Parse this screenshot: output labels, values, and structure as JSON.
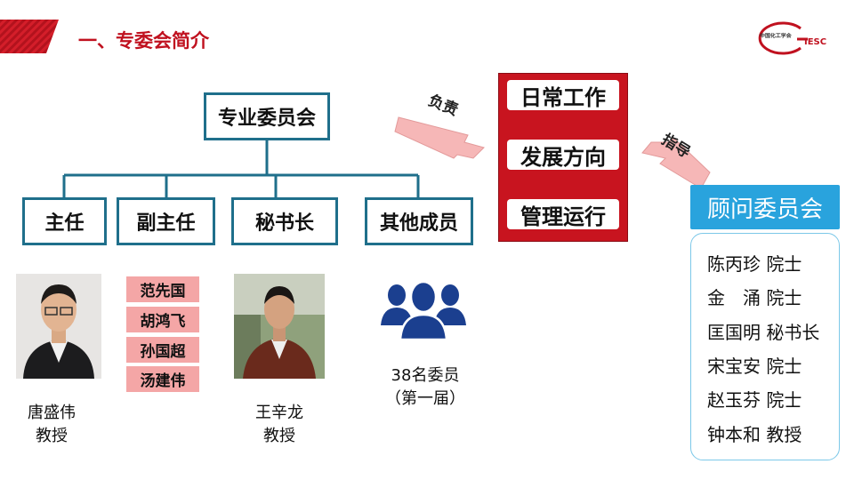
{
  "header": {
    "title": "一、专委会简介"
  },
  "logo": {
    "subtitle": "中国化工学会",
    "abbr": "IESC"
  },
  "org": {
    "top": "专业委员会",
    "roles": [
      "主任",
      "副主任",
      "秘书长",
      "其他成员"
    ]
  },
  "arrows": {
    "responsible": "负责",
    "guide": "指导"
  },
  "duties": [
    "日常工作",
    "发展方向",
    "管理运行"
  ],
  "advisory": {
    "title": "顾问委员会",
    "members": [
      "陈丙珍 院士",
      "金　涌 院士",
      "匡国明 秘书长",
      "宋宝安 院士",
      "赵玉芬 院士",
      "钟本和 教授"
    ]
  },
  "director": {
    "name": "唐盛伟",
    "title": "教授"
  },
  "vice_directors": [
    "范先国",
    "胡鸿飞",
    "孙国超",
    "汤建伟"
  ],
  "secretary": {
    "name": "王辛龙",
    "title": "教授"
  },
  "members_note": {
    "count": "38名委员",
    "term": "（第一届）"
  },
  "colors": {
    "accent_red": "#c8141f",
    "box_border": "#1f6f8b",
    "advisory_blue": "#29a3dd",
    "vice_pink": "#f4a6a6"
  }
}
